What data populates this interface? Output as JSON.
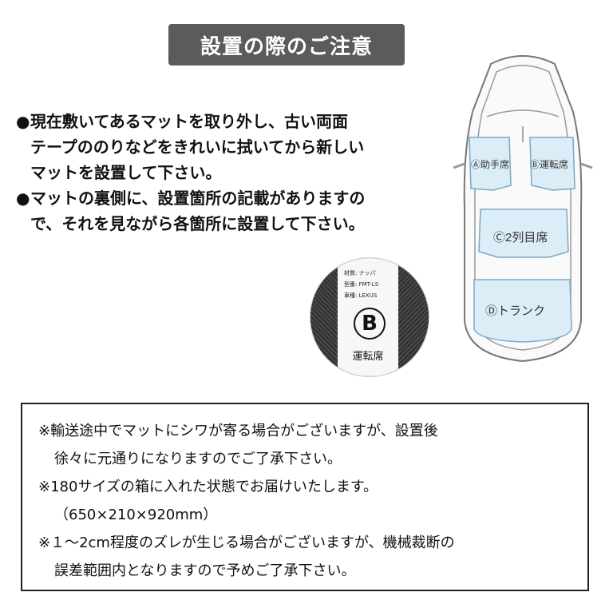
{
  "title": "設置の際のご注意",
  "instructions": [
    {
      "bullet": "●",
      "lines": [
        "現在敷いてあるマットを取り外し、古い両面",
        "テープののりなどをきれいに拭いてから新しい",
        "マットを設置して下さい。"
      ]
    },
    {
      "bullet": "●",
      "lines": [
        "マットの裏側に、設置箇所の記載がありますの",
        "で、それを見ながら各箇所に設置して下さい。"
      ]
    }
  ],
  "label_tag": {
    "material": "材質: ナッパ",
    "model": "型番: FMT-LS",
    "car": "車種: LEXUS",
    "letter": "B",
    "seat": "運転席"
  },
  "car_diagram": {
    "mats": [
      "Ⓐ助手席",
      "Ⓑ運転席",
      "Ⓒ2列目席",
      "Ⓓトランク"
    ],
    "mat_color": "#dbeef8"
  },
  "notices": [
    {
      "lines": [
        "※輸送途中でマットにシワが寄る場合がございますが、設置後",
        "徐々に元通りになりますのでご了承下さい。"
      ]
    },
    {
      "lines": [
        "※180サイズの箱に入れた状態でお届けいたします。",
        "（650×210×920mm）"
      ]
    },
    {
      "lines": [
        "※１〜2cm程度のズレが生じる場合がございますが、機械裁断の",
        "誤差範囲内となりますので予めご了承下さい。"
      ]
    }
  ]
}
